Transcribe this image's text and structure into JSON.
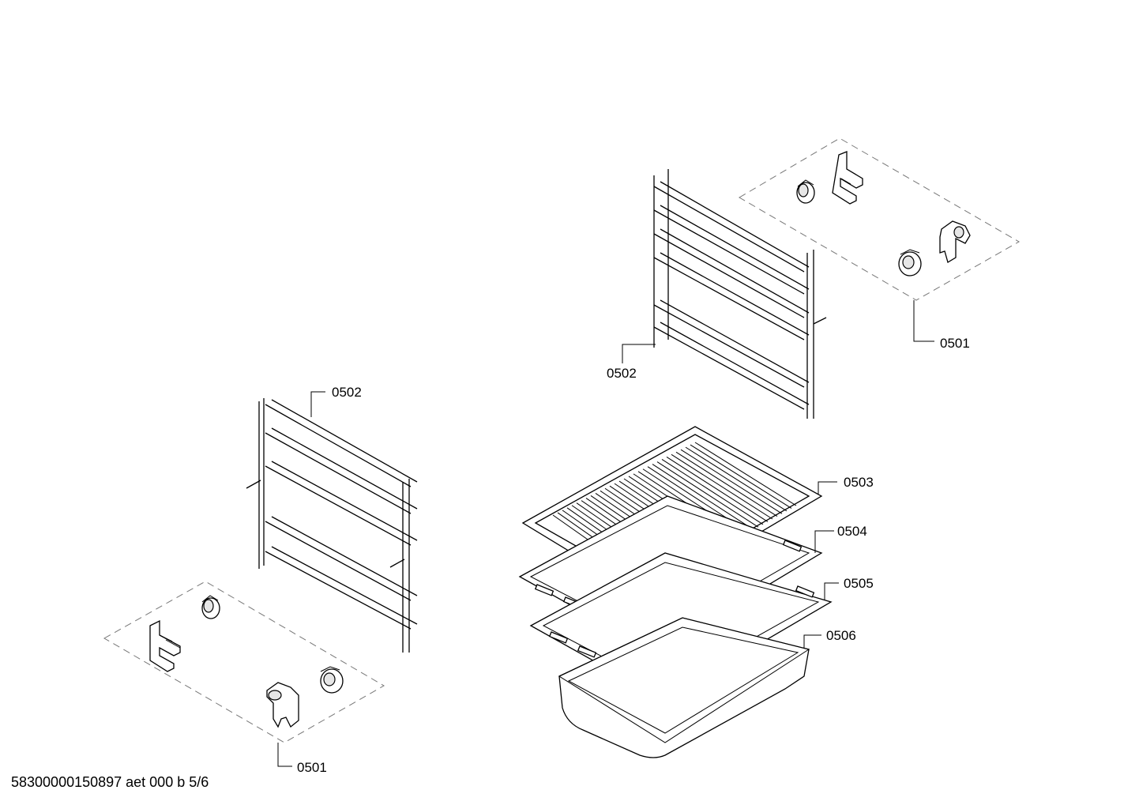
{
  "callouts": {
    "c_0501_top": "0501",
    "c_0502_top": "0502",
    "c_0502_left": "0502",
    "c_0503": "0503",
    "c_0504": "0504",
    "c_0505": "0505",
    "c_0506": "0506",
    "c_0501_bottom": "0501"
  },
  "footer": {
    "doc_ref": "58300000150897 aet 000 b 5/6"
  }
}
